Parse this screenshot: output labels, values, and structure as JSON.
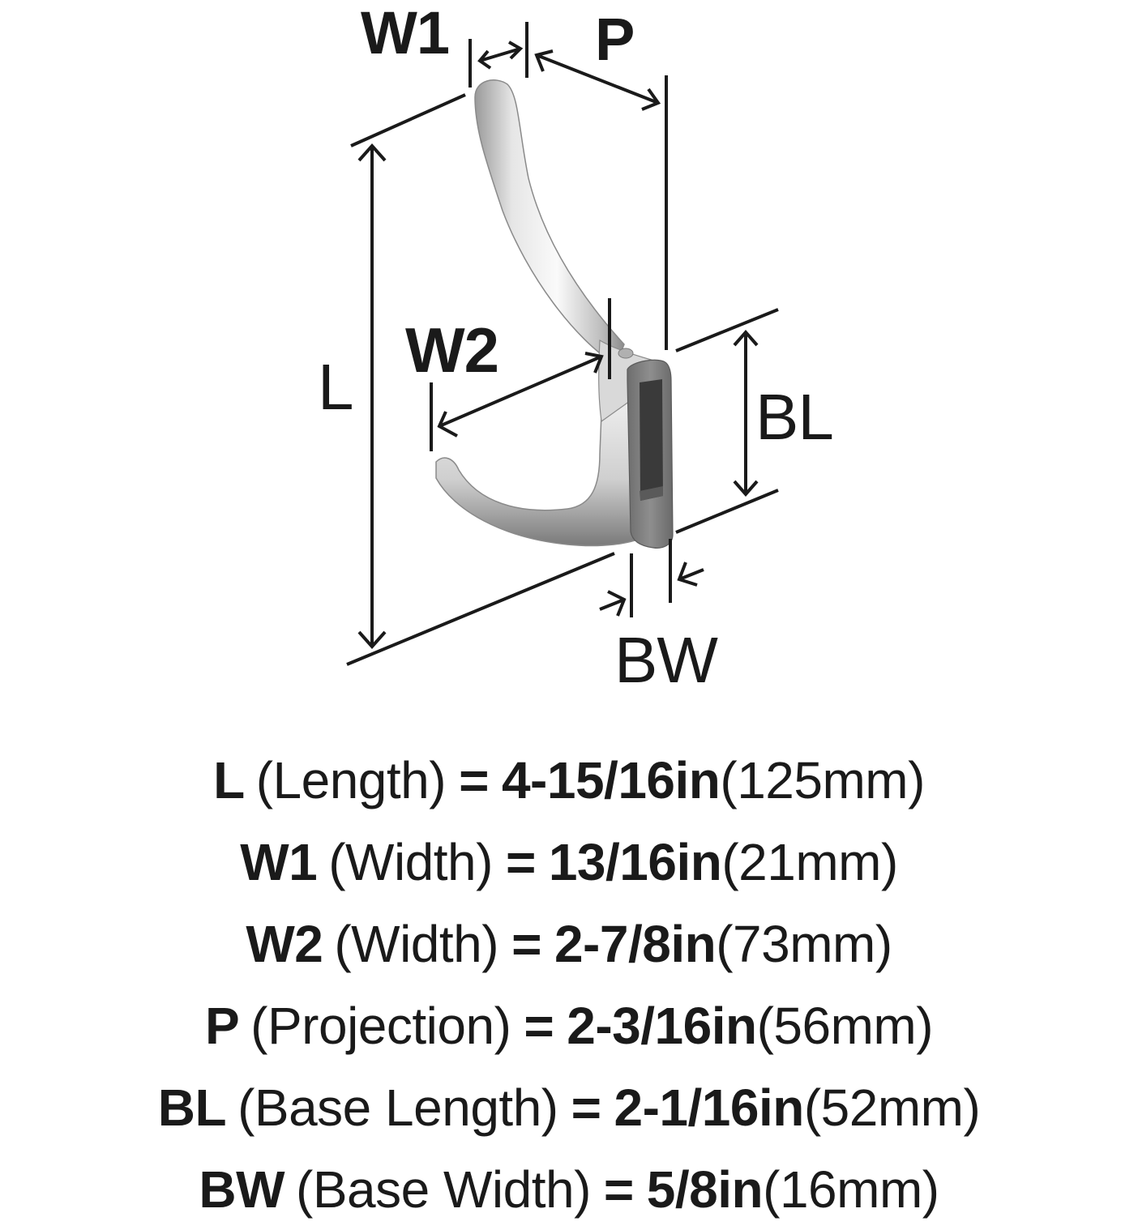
{
  "diagram": {
    "subject": "Coat and hat hook (chrome finish) with dimension callouts",
    "labels": {
      "W1": "W1",
      "P": "P",
      "L": "L",
      "W2": "W2",
      "BL": "BL",
      "BW": "BW"
    },
    "colors": {
      "line": "#1a1a1a",
      "metal_light": "#f2f2f2",
      "metal_mid": "#c8c8c8",
      "metal_dark": "#8a8a8a",
      "base_face": "#7d7d7d",
      "base_recess": "#3a3a3a"
    }
  },
  "specs": [
    {
      "abbr": "L",
      "name": "(Length)",
      "eq": "=",
      "inch": "4-15/16in",
      "mm": "(125mm)"
    },
    {
      "abbr": "W1",
      "name": "(Width)",
      "eq": "=",
      "inch": "13/16in",
      "mm": "(21mm)"
    },
    {
      "abbr": "W2",
      "name": "(Width)",
      "eq": "=",
      "inch": "2-7/8in",
      "mm": "(73mm)"
    },
    {
      "abbr": "P",
      "name": "(Projection)",
      "eq": "=",
      "inch": "2-3/16in",
      "mm": "(56mm)"
    },
    {
      "abbr": "BL",
      "name": "(Base Length)",
      "eq": "=",
      "inch": "2-1/16in",
      "mm": "(52mm)"
    },
    {
      "abbr": "BW",
      "name": "(Base Width)",
      "eq": "=",
      "inch": "5/8in",
      "mm": "(16mm)"
    }
  ]
}
